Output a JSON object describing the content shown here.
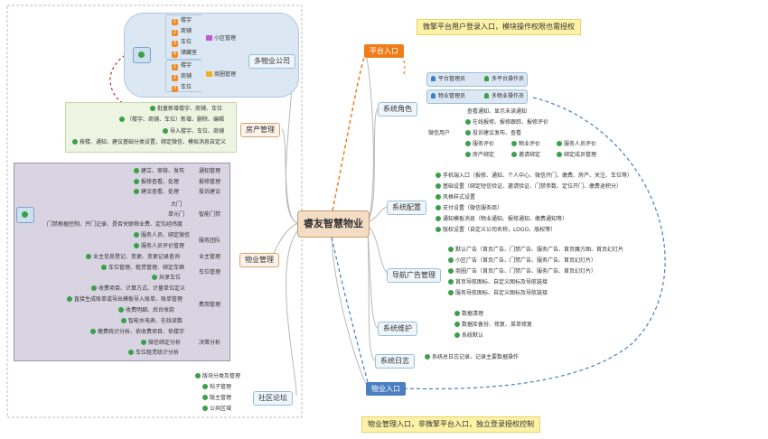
{
  "center": "睿友智慧物业",
  "callouts": {
    "top": "微擎平台用户登录入口，模块操作权限也需授权",
    "bottom": "物业管理入口，非微擎平台入口，独立登录授权控制"
  },
  "entries": {
    "platform": "平台入口",
    "property": "物业入口"
  },
  "left": {
    "company": {
      "label": "多物业公司",
      "community_label": "小区管理",
      "community_items": [
        "楼宇",
        "商铺",
        "车位",
        "储藏室"
      ],
      "shop_label": "商圈管理",
      "shop_items": [
        "楼宇",
        "商铺",
        "车位"
      ]
    },
    "housing": {
      "label": "房产管理",
      "items": [
        "批量新增楼宇、商铺、车位",
        "（楼宇、商铺、车位）新增、删除、编辑",
        "导入楼宇、车位、商铺",
        "按楼、通知、建议基础分类设置，绑定微信、模拟消息自定义"
      ]
    },
    "property_mgmt": {
      "label": "物业管理",
      "pre_items": [
        "大门",
        "单元门"
      ],
      "pre_note": "门禁根据控制、开门记录、是否关联物业费、定位经纬度",
      "categories": [
        {
          "name": "通知管理",
          "items": [
            "建立、审核、发布"
          ]
        },
        {
          "name": "报修管理",
          "items": [
            "报修查看、处理"
          ]
        },
        {
          "name": "投诉建议",
          "items": [
            "建议查看、处理"
          ]
        },
        {
          "name": "智能门禁",
          "items": []
        },
        {
          "name": "服务团队",
          "items": [
            "服务人员、绑定微信",
            "服务人员评价管理"
          ]
        },
        {
          "name": "业主管理",
          "items": [
            "业主信息登记、变更、变更记录查询"
          ]
        },
        {
          "name": "车位管理",
          "items": [
            "车位管理、租赁管理、绑定车辆",
            "共享车位"
          ]
        },
        {
          "name": "费用管理",
          "items": [
            "收费项目、计算方式、计量单位定义",
            "直接生成账单或导出模板导入账单、账单管理",
            "收费明细、后台收款",
            "智能水电表、在线读数"
          ]
        },
        {
          "name": "决策分析",
          "items": [
            "缴费统计分析、依收费项目、依楼宇",
            "微信绑定分析",
            "车位租赁统计分析"
          ]
        }
      ]
    },
    "forum": {
      "label": "社区论坛",
      "items": [
        "版块分类及管理",
        "帖子管理",
        "版主管理",
        "公共区域"
      ]
    }
  },
  "right": {
    "roles": {
      "label": "系统角色",
      "platform_roles": [
        "平台管理员",
        "多平台操作员"
      ],
      "property_roles": [
        "物业管理员",
        "多物业操作员"
      ],
      "wechat_label": "微信用户",
      "wechat_items": [
        "查看通知、显示未读通知",
        "在线报修、报修跟踪、报修评价",
        "投诉建议发布、查看"
      ],
      "wechat_grid": [
        "服务评价",
        "物业评价",
        "服务人员评价",
        "房产绑定",
        "邀请绑定",
        "绑定成员管理"
      ]
    },
    "config": {
      "label": "系统配置",
      "items": [
        "手机端入口（报修、通知、个人中心、微信开门、缴费、房产、关注、车位等）",
        "基础设置（绑定短信验证、邀请验证、门禁参数、定位开门、缴费途积分）",
        "风格样式设置",
        "支付设置（微信服务商）",
        "通知模板消息（物业通知、报修通知、缴费通知等）",
        "版权设置（自定义公司名称，LOGO、版权等）"
      ]
    },
    "ads": {
      "label": "导航广告管理",
      "items": [
        "默认广告（首页广告、门禁广告、服务广告、首页魔方图、首页幻灯片",
        "小区广告（首页广告、门禁广告、服务广告、首页幻灯片）",
        "商圈广告（首页广告、门禁广告、服务广告、首页幻灯片）",
        "首页导航图标、自定义图标及导航链接",
        "服务导航图标、自定义图标及导航链接"
      ]
    },
    "maintenance": {
      "label": "系统维护",
      "items": [
        "数据清理",
        "数据库备份、修复、菜单修复",
        "系统默认"
      ]
    },
    "logs": {
      "label": "系统日志",
      "items": [
        "系统总日志记录、记录主要数据操作"
      ]
    }
  },
  "colors": {
    "accent_orange": "#f07d1a",
    "accent_blue": "#4a7fc1",
    "callout_yellow": "#fdf2a6",
    "center_fill": "#f5dcc4",
    "check_green": "#3aa04a"
  }
}
